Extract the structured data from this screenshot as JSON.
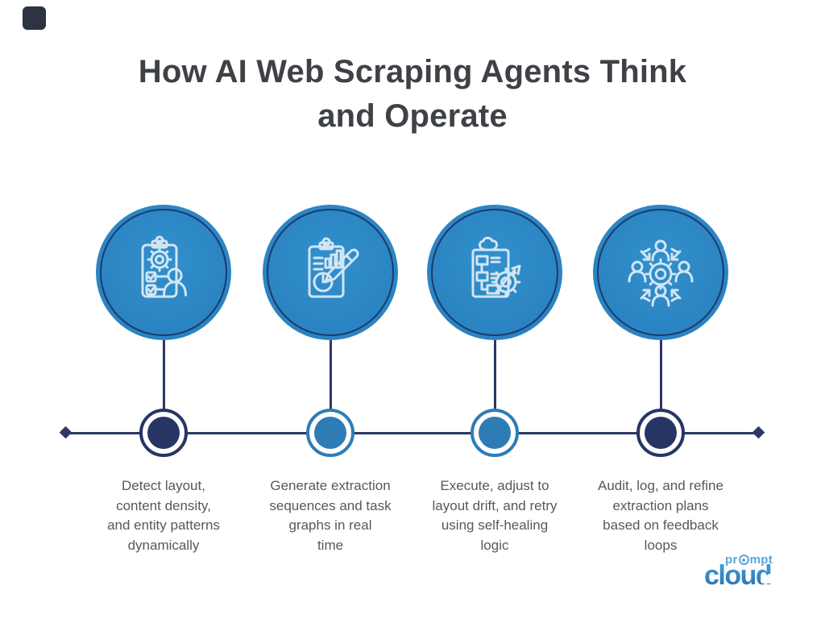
{
  "title": {
    "lines": [
      "How AI Web Scraping Agents Think",
      "and Operate"
    ],
    "color": "#3e4145"
  },
  "timeline": {
    "line_color": "#2b3866",
    "dot_navy_color": "#263563",
    "dot_blue_color": "#2e7cb5"
  },
  "palette": {
    "circle_fill": "#2c86c4",
    "circle_inner_ring": "#1c3a6e",
    "icon_stroke": "#d2e5f3",
    "corner_square": "#2d3342",
    "label_text": "#575859"
  },
  "steps": [
    {
      "icon": "clipboard-gear-checklist-person-icon",
      "dot_style": "navy",
      "label_lines": [
        "Detect layout,",
        "content density,",
        "and entity patterns",
        "dynamically"
      ]
    },
    {
      "icon": "clipboard-charts-pencil-icon",
      "dot_style": "blue",
      "label_lines": [
        "Generate extraction",
        "sequences and task",
        "graphs in real",
        "time"
      ]
    },
    {
      "icon": "clipboard-flowchart-gear-arrow-icon",
      "dot_style": "blue",
      "label_lines": [
        "Execute, adjust to",
        "layout drift, and retry",
        "using self-healing",
        "logic"
      ]
    },
    {
      "icon": "people-around-gear-collaboration-icon",
      "dot_style": "navy",
      "label_lines": [
        "Audit, log, and refine",
        "extraction plans",
        "based on feedback",
        "loops"
      ]
    }
  ],
  "logo": {
    "prompt_pre": "pr",
    "prompt_post": "mpt",
    "cloud_text": "cloud",
    "prompt_color": "#58a8da",
    "cloud_color": "#2f82c3"
  }
}
